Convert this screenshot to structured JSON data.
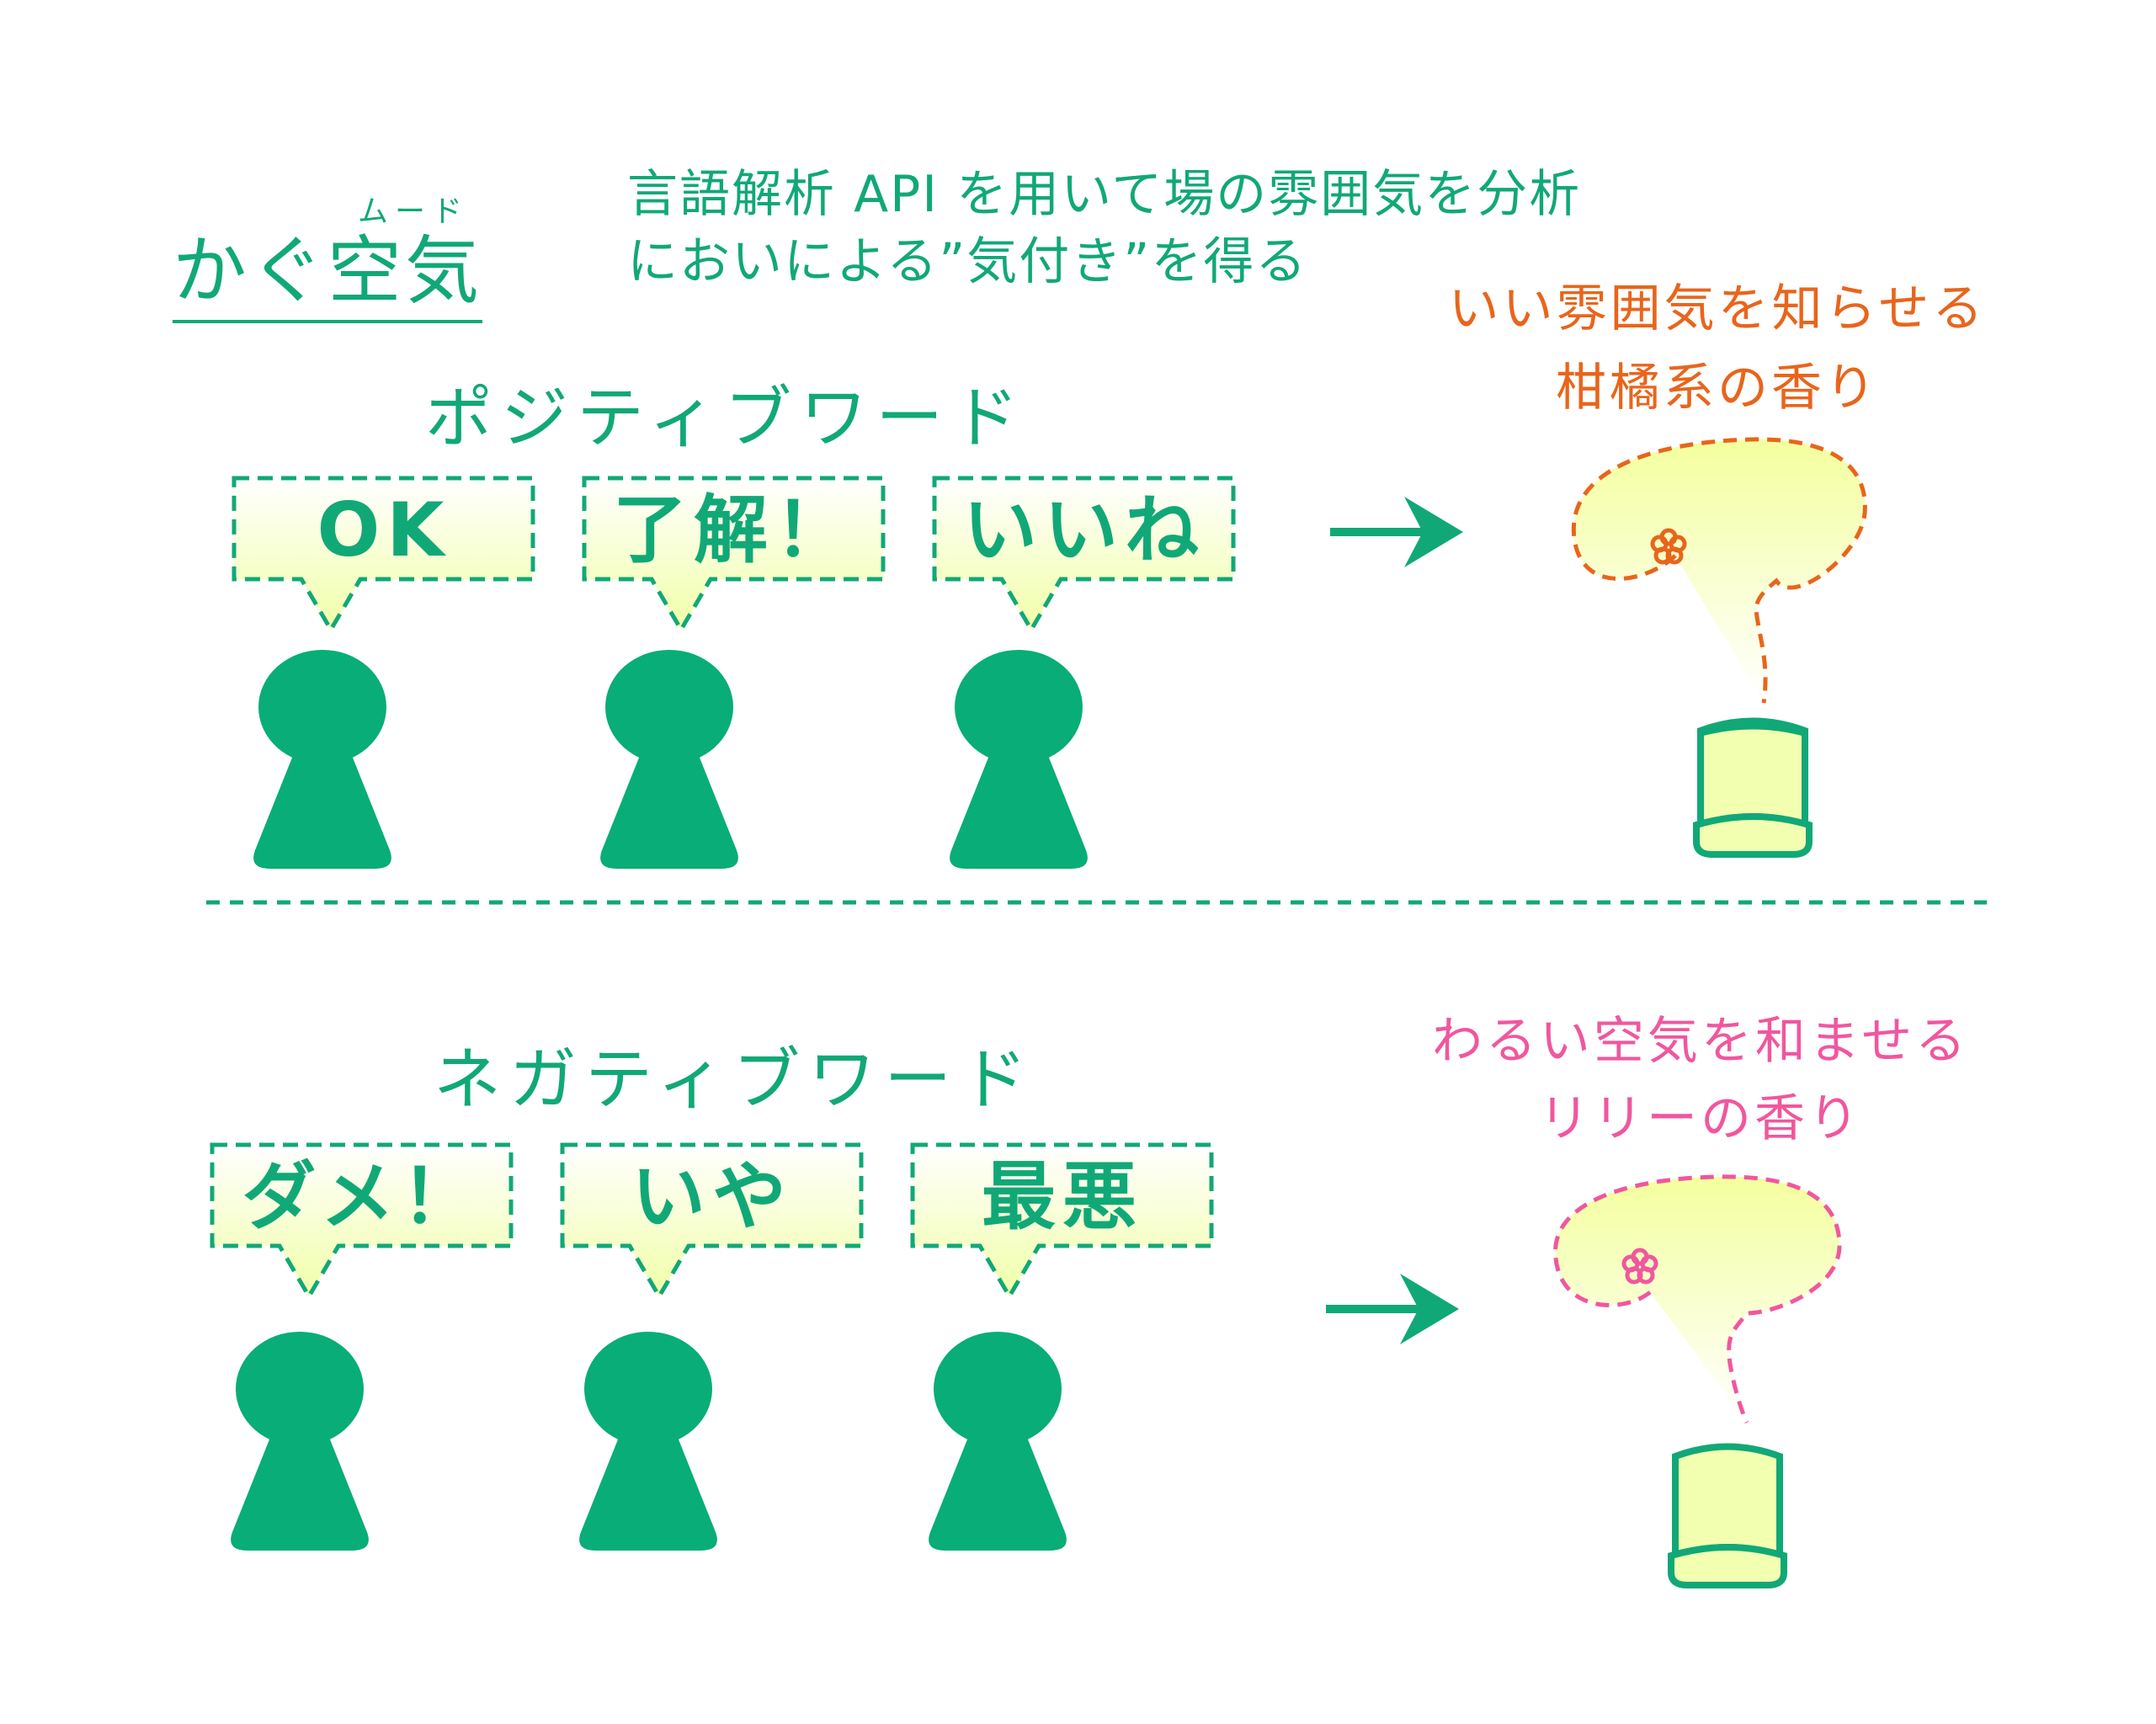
{
  "header": {
    "logo_ruby": "ムード",
    "logo": "かぐ空気",
    "desc_line1": "言語解析 API を用いて場の雰囲気を分析",
    "desc_line2": "においによる”気付き”を得る"
  },
  "positive": {
    "title": "ポジティブワード",
    "words": [
      "OK",
      "了解！",
      "いいね"
    ],
    "scent_line1": "いい雰囲気を知らせる",
    "scent_line2": "柑橘系の香り",
    "scent_color": "#e8651c"
  },
  "negative": {
    "title": "ネガティブワード",
    "words": [
      "ダメ！",
      "いや",
      "最悪"
    ],
    "scent_line1": "わるい空気を和ませる",
    "scent_line2": "リリーの香り",
    "scent_color": "#f0579e"
  },
  "colors": {
    "accent": "#11a877",
    "bubble_fill": "#f3ffb8"
  },
  "icons": [
    "person-icon",
    "arrow-right-icon",
    "scent-cloud-icon",
    "flower-icon",
    "diffuser-icon"
  ]
}
